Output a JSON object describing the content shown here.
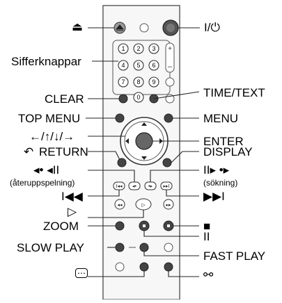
{
  "labels": {
    "eject_symbol": "⏏",
    "power_symbol": "I/⏻",
    "sifferknappar": "Sifferknappar",
    "clear": "CLEAR",
    "time_text": "TIME/TEXT",
    "top_menu": "TOP MENU",
    "menu": "MENU",
    "arrows": "←/↑/↓/→",
    "enter": "ENTER",
    "return": "RETURN",
    "return_symbol": "↶",
    "display": "DISPLAY",
    "replay_symbol": "◂• ◂II",
    "replay_caption": "(återuppspelning)",
    "search_symbol": "II▸ •▸",
    "search_caption": "(sökning)",
    "prev_symbol": "I◀◀",
    "next_symbol": "▶▶I",
    "play_symbol": "▷",
    "zoom": "ZOOM",
    "stop_symbol": "■",
    "pause_symbol": "II",
    "slow_play": "SLOW PLAY",
    "fast_play": "FAST PLAY",
    "subtitle_symbol": "⋯",
    "angle_symbol": "⚯"
  },
  "number_keys": [
    "1",
    "2",
    "3",
    "4",
    "5",
    "6",
    "7",
    "8",
    "9",
    "0"
  ],
  "colors": {
    "button_dark": "#3a3a3a",
    "button_light": "#ffffff",
    "remote_body": "#f4f4f4",
    "outline": "#555555"
  }
}
